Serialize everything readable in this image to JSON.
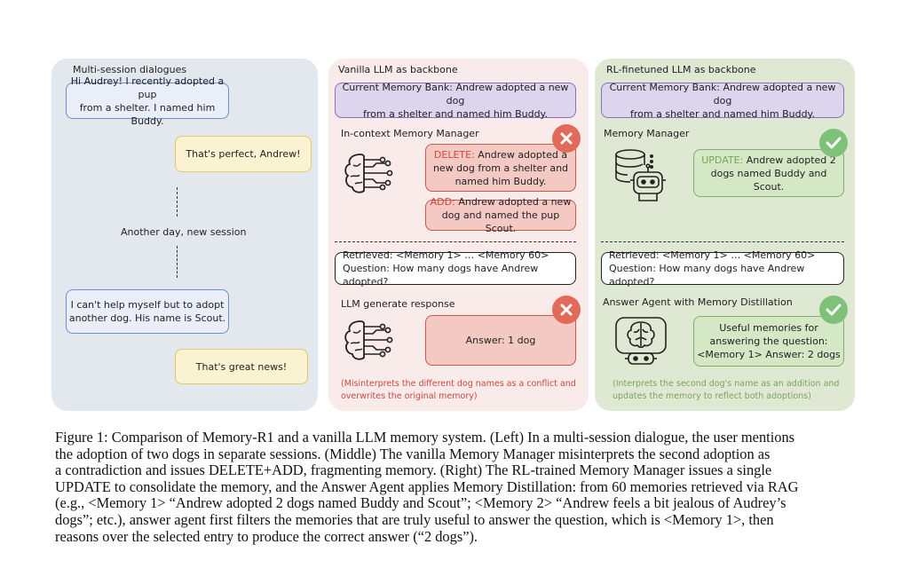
{
  "left_panel": {
    "title": "Multi-session dialogues",
    "msg1": [
      "Hi Audrey! I recently adopted a pup",
      "from a shelter. I named him Buddy."
    ],
    "reply1": "That's perfect, Andrew!",
    "session_break": "Another day, new session",
    "msg2": [
      "I can't help myself but to adopt",
      "another dog. His name is Scout."
    ],
    "reply2": "That's great news!"
  },
  "middle_panel": {
    "title": "Vanilla LLM as backbone",
    "memory_bank": [
      "Current Memory Bank: Andrew adopted a new dog",
      "from a shelter and named him Buddy."
    ],
    "manager_label": "In-context Memory Manager",
    "delete_kw": "DELETE:",
    "delete_text": [
      "Andrew adopted a",
      "new dog from a shelter and",
      "named him Buddy."
    ],
    "add_kw": "ADD:",
    "add_text": [
      "Andrew adopted a new",
      "dog and named the pup Scout."
    ],
    "retrieved": "Retrieved: <Memory 1> … <Memory 60>",
    "question": "Question: How many dogs have Andrew adopted?",
    "response_label": "LLM generate response",
    "answer": "Answer: 1 dog",
    "note": [
      "(Misinterprets the different dog names as a conflict and",
      "overwrites the original memory)"
    ],
    "badge_color": "#e26a5a",
    "icons": [
      "brain-circuit-icon",
      "x-mark-icon"
    ]
  },
  "right_panel": {
    "title": "RL-finetuned LLM as backbone",
    "memory_bank": [
      "Current Memory Bank: Andrew adopted a new dog",
      "from a shelter and named him Buddy."
    ],
    "manager_label": "Memory Manager",
    "update_kw": "UPDATE:",
    "update_text": [
      "Andrew adopted 2",
      "dogs named Buddy and Scout."
    ],
    "retrieved": "Retrieved: <Memory 1> … <Memory 60>",
    "question": "Question: How many dogs have Andrew adopted?",
    "agent_label": "Answer Agent with Memory Distillation",
    "answer": [
      "Useful memories for",
      "answering the question:",
      "<Memory 1> Answer: 2 dogs"
    ],
    "note": [
      "(Interprets the second dog's name as an addition and",
      "updates the memory to reflect both adoptions)"
    ],
    "badge_color": "#7ec27a",
    "icons": [
      "database-robot-icon",
      "brain-robot-icon",
      "check-mark-icon"
    ]
  },
  "caption": [
    "Figure 1: Comparison of Memory-R1 and a vanilla LLM memory system. (Left) In a multi-session dialogue, the user mentions",
    "the adoption of two dogs in separate sessions. (Middle) The vanilla Memory Manager misinterprets the second adoption as",
    "a contradiction and issues DELETE+ADD, fragmenting memory. (Right) The RL-trained Memory Manager issues a single",
    "UPDATE to consolidate the memory, and the Answer Agent applies Memory Distillation: from 60 memories retrieved via RAG",
    "(e.g., <Memory 1> “Andrew adopted 2 dogs named Buddy and Scout”; <Memory 2> “Andrew feels a bit jealous of Audrey’s",
    "dogs”; etc.), answer agent first filters the memories that are truly useful to answer the question, which is <Memory 1>, then",
    "reasons over the selected entry to produce the correct answer (“2 dogs”)."
  ]
}
